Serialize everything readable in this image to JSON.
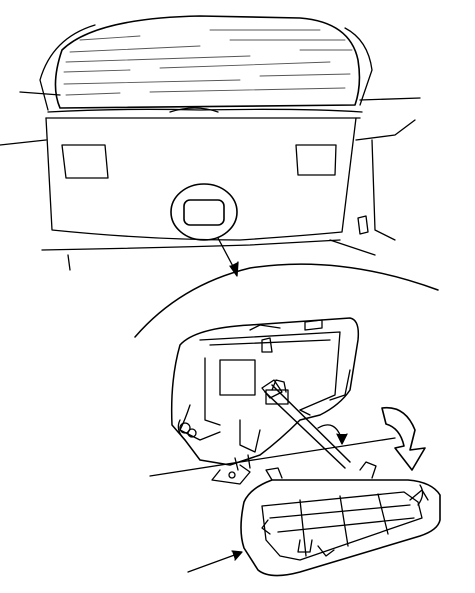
{
  "figure": {
    "background": "#ffffff",
    "line_color": "#000000",
    "glass_shade_color": "#555555",
    "parts": [
      "tailgate-rear-window",
      "tailgate-interior-panel",
      "access-hole-cover",
      "callout-circle",
      "latch-mechanism",
      "screwdriver-tool",
      "removal-direction-arrow",
      "trim-cover-panel"
    ]
  }
}
